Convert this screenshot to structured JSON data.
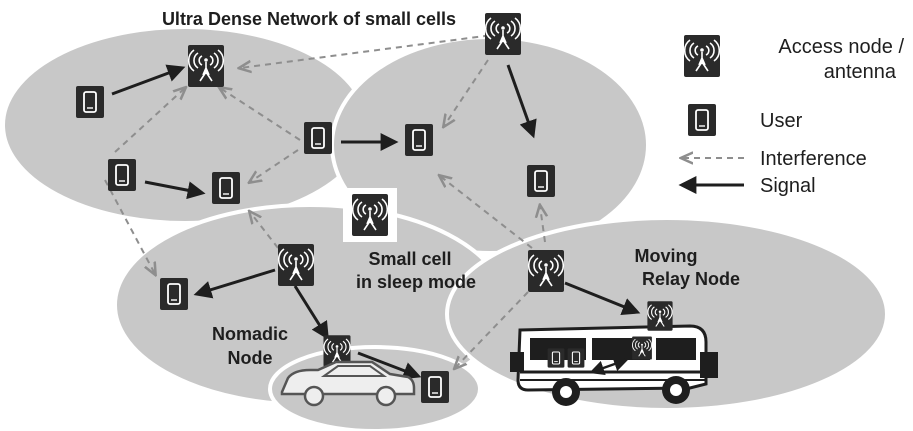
{
  "title": "Ultra Dense Network of small cells",
  "labels": {
    "sleep_line1": "Small cell",
    "sleep_line2": "in sleep mode",
    "moving_line1": "Moving",
    "moving_line2": "Relay Node",
    "nomadic_line1": "Nomadic",
    "nomadic_line2": "Node"
  },
  "legend": {
    "antenna_line1": "Access node /",
    "antenna_line2": "antenna",
    "user": "User",
    "interference": "Interference",
    "signal": "Signal"
  },
  "colors": {
    "cell": "#c8c8c8",
    "icon": "#2a2a2a",
    "signal": "#1e1e1e",
    "interference": "#8e8e8e"
  },
  "icons": {
    "antenna": "antenna-icon",
    "user": "user-device-icon",
    "bus": "bus-icon",
    "car": "car-icon"
  }
}
